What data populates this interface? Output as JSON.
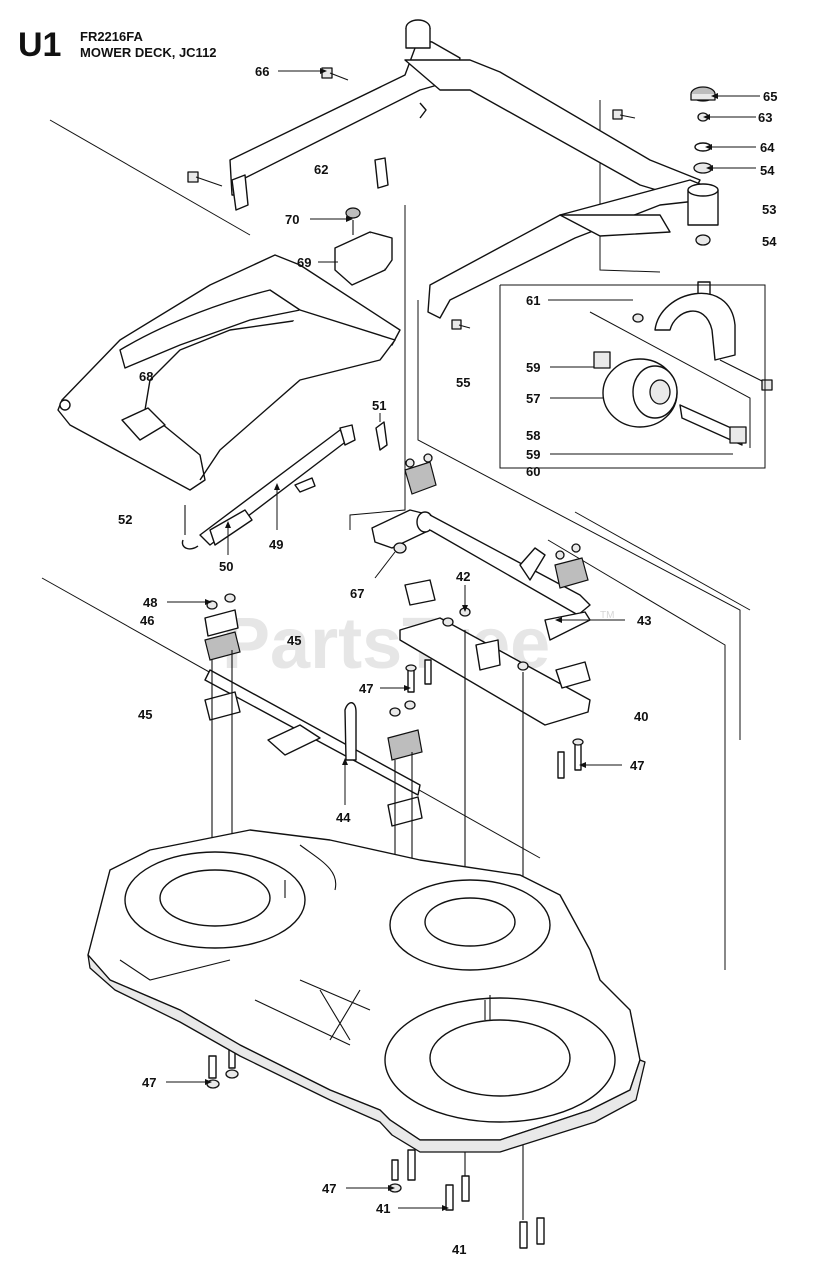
{
  "header": {
    "section_code": "U1",
    "model": "FR2216FA",
    "title": "MOWER DECK, JC112"
  },
  "watermark": {
    "text": "PartsTree",
    "trademark": "TM"
  },
  "callouts": [
    {
      "id": "c66",
      "label": "66"
    },
    {
      "id": "c65",
      "label": "65"
    },
    {
      "id": "c63",
      "label": "63"
    },
    {
      "id": "c64",
      "label": "64"
    },
    {
      "id": "c54a",
      "label": "54"
    },
    {
      "id": "c53",
      "label": "53"
    },
    {
      "id": "c54b",
      "label": "54"
    },
    {
      "id": "c62",
      "label": "62"
    },
    {
      "id": "c70",
      "label": "70"
    },
    {
      "id": "c69",
      "label": "69"
    },
    {
      "id": "c61",
      "label": "61"
    },
    {
      "id": "c59a",
      "label": "59"
    },
    {
      "id": "c55",
      "label": "55"
    },
    {
      "id": "c57",
      "label": "57"
    },
    {
      "id": "c58",
      "label": "58"
    },
    {
      "id": "c59b",
      "label": "59"
    },
    {
      "id": "c60",
      "label": "60"
    },
    {
      "id": "c68",
      "label": "68"
    },
    {
      "id": "c51",
      "label": "51"
    },
    {
      "id": "c52",
      "label": "52"
    },
    {
      "id": "c50",
      "label": "50"
    },
    {
      "id": "c49",
      "label": "49"
    },
    {
      "id": "c67",
      "label": "67"
    },
    {
      "id": "c42",
      "label": "42"
    },
    {
      "id": "c43",
      "label": "43"
    },
    {
      "id": "c48",
      "label": "48"
    },
    {
      "id": "c46",
      "label": "46"
    },
    {
      "id": "c45a",
      "label": "45"
    },
    {
      "id": "c45b",
      "label": "45"
    },
    {
      "id": "c47a",
      "label": "47"
    },
    {
      "id": "c40",
      "label": "40"
    },
    {
      "id": "c47b",
      "label": "47"
    },
    {
      "id": "c44",
      "label": "44"
    },
    {
      "id": "c47c",
      "label": "47"
    },
    {
      "id": "c47d",
      "label": "47"
    },
    {
      "id": "c41a",
      "label": "41"
    },
    {
      "id": "c41b",
      "label": "41"
    }
  ]
}
